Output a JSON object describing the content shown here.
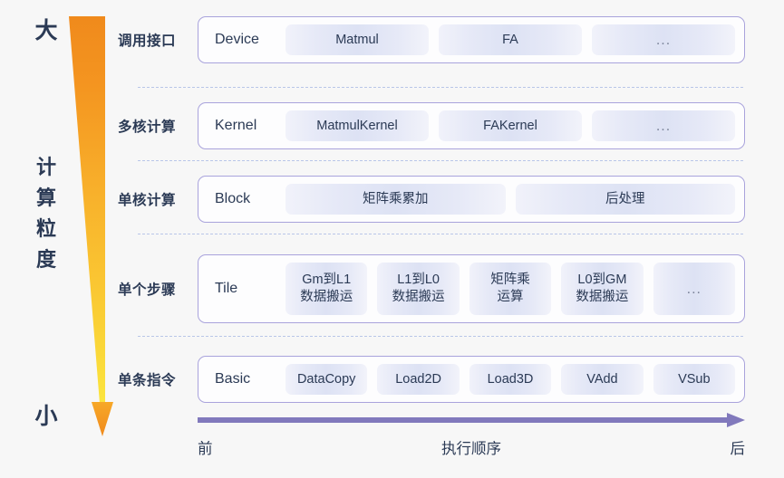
{
  "axis": {
    "top_label": "大",
    "bottom_label": "小",
    "vertical_label_chars": [
      "计",
      "算",
      "粒",
      "度"
    ],
    "vertical_label": "计算粒度",
    "arrow_color_top": "#F2901E",
    "arrow_color_bottom": "#F9D93B",
    "arrow_head_color": "#F5A623"
  },
  "exec_axis": {
    "front": "前",
    "middle": "执行顺序",
    "back": "后",
    "arrow_color": "#8179BC"
  },
  "theme": {
    "border_color": "#A9A3DC",
    "chip_bg_mid": "#DDE2F4",
    "text_color": "#2B3A55",
    "divider_color": "#B9C6E8",
    "page_bg": "#F7F7F7"
  },
  "rows": [
    {
      "label": "调用接口",
      "title": "Device",
      "height": "normal",
      "items": [
        {
          "line1": "Matmul",
          "line2": ""
        },
        {
          "line1": "FA",
          "line2": ""
        },
        {
          "line1": "...",
          "line2": "",
          "ellipsis": true
        }
      ]
    },
    {
      "label": "多核计算",
      "title": "Kernel",
      "height": "normal",
      "items": [
        {
          "line1": "MatmulKernel",
          "line2": ""
        },
        {
          "line1": "FAKernel",
          "line2": ""
        },
        {
          "line1": "...",
          "line2": "",
          "ellipsis": true
        }
      ]
    },
    {
      "label": "单核计算",
      "title": "Block",
      "height": "normal",
      "items": [
        {
          "line1": "矩阵乘累加",
          "line2": ""
        },
        {
          "line1": "后处理",
          "line2": ""
        }
      ]
    },
    {
      "label": "单个步骤",
      "title": "Tile",
      "height": "tall",
      "items": [
        {
          "line1": "Gm到L1",
          "line2": "数据搬运"
        },
        {
          "line1": "L1到L0",
          "line2": "数据搬运"
        },
        {
          "line1": "矩阵乘",
          "line2": "运算"
        },
        {
          "line1": "L0到GM",
          "line2": "数据搬运"
        },
        {
          "line1": "...",
          "line2": "",
          "ellipsis": true
        }
      ]
    },
    {
      "label": "单条指令",
      "title": "Basic",
      "height": "normal",
      "items": [
        {
          "line1": "DataCopy",
          "line2": ""
        },
        {
          "line1": "Load2D",
          "line2": ""
        },
        {
          "line1": "Load3D",
          "line2": ""
        },
        {
          "line1": "VAdd",
          "line2": ""
        },
        {
          "line1": "VSub",
          "line2": ""
        }
      ]
    }
  ]
}
